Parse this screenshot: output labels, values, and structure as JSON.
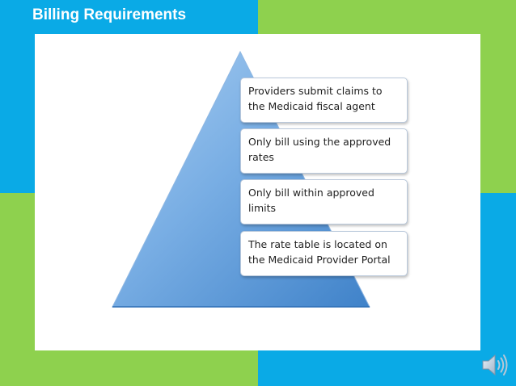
{
  "slide": {
    "title": "Billing Requirements",
    "colors": {
      "blue": "#0AAAE6",
      "green": "#8ED14E",
      "pyramid_light": "#8FBDEB",
      "pyramid_dark": "#2E6FB5"
    }
  },
  "pyramid": {
    "items": [
      "Providers submit claims to the Medicaid fiscal agent",
      "Only bill using the approved rates",
      "Only bill within approved limits",
      "The rate table is located on the Medicaid Provider Portal"
    ]
  },
  "audio": {
    "icon": "speaker-icon"
  }
}
